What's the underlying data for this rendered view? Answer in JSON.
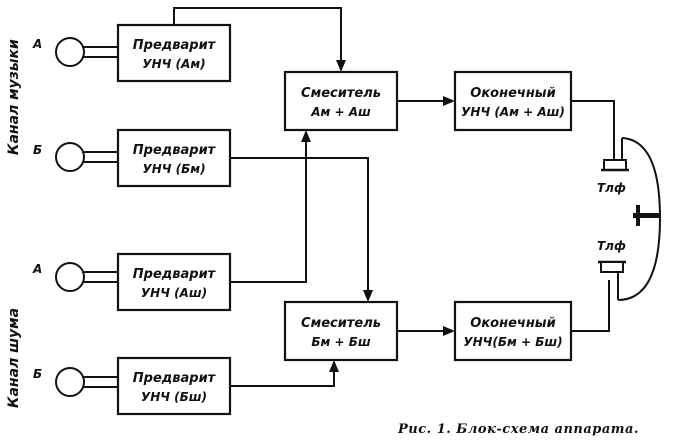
{
  "side_labels": {
    "music": "Канал музыки",
    "noise": "Канал шума"
  },
  "inputs": [
    {
      "letter": "А"
    },
    {
      "letter": "Б"
    },
    {
      "letter": "А"
    },
    {
      "letter": "Б"
    }
  ],
  "pre_blocks": [
    {
      "title": "Предварит",
      "sub": "УНЧ (Ам)"
    },
    {
      "title": "Предварит",
      "sub": "УНЧ (Бм)"
    },
    {
      "title": "Предварит",
      "sub": "УНЧ (Аш)"
    },
    {
      "title": "Предварит",
      "sub": "УНЧ (Бш)"
    }
  ],
  "mixers": [
    {
      "title": "Смеситель",
      "sub": "Ам + Аш"
    },
    {
      "title": "Смеситель",
      "sub": "Бм + Бш"
    }
  ],
  "finals": [
    {
      "title": "Оконечный",
      "sub": "УНЧ (Ам + Аш)"
    },
    {
      "title": "Оконечный",
      "sub": "УНЧ(Бм + Бш)"
    }
  ],
  "phones": [
    {
      "label": "Тлф"
    },
    {
      "label": "Тлф"
    }
  ],
  "caption": "Рис. 1. Блок-схема аппарата."
}
